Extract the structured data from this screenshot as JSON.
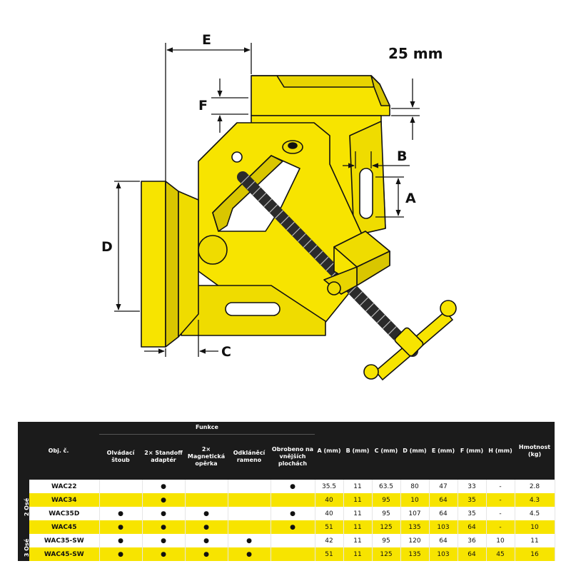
{
  "drawing": {
    "labels": {
      "E": "E",
      "F": "F",
      "B": "B",
      "A": "A",
      "D": "D",
      "C": "C",
      "mm": "25 mm"
    },
    "colors": {
      "body": "#f7e400",
      "outline": "#111111",
      "screw": "#2b2b2b"
    }
  },
  "table": {
    "obj_header": "Obj. č.",
    "funkce_header": "Funkce",
    "funkce_columns": [
      "Olvádací štoub",
      "2× Standoff adaptér",
      "2× Magnetická opěrka",
      "Odkláněcí rameno",
      "Obrobeno na vnějších plochách"
    ],
    "dim_columns": [
      "A (mm)",
      "B (mm)",
      "C (mm)",
      "D (mm)",
      "E (mm)",
      "F (mm)",
      "H (mm)",
      "Hmotnost (kg)"
    ],
    "groups": [
      {
        "label": "2 Osé",
        "rows": [
          0,
          1,
          2,
          3
        ]
      },
      {
        "label": "3 Osé",
        "rows": [
          4,
          5
        ]
      }
    ],
    "rows": [
      {
        "model": "WAC22",
        "features": [
          "",
          "●",
          "",
          "",
          "●"
        ],
        "dims": [
          "35.5",
          "11",
          "63.5",
          "80",
          "47",
          "33",
          "-",
          "2.8"
        ],
        "highlight": false
      },
      {
        "model": "WAC34",
        "features": [
          "",
          "●",
          "",
          "",
          ""
        ],
        "dims": [
          "40",
          "11",
          "95",
          "10",
          "64",
          "35",
          "-",
          "4.3"
        ],
        "highlight": true
      },
      {
        "model": "WAC35D",
        "features": [
          "●",
          "●",
          "●",
          "",
          "●"
        ],
        "dims": [
          "40",
          "11",
          "95",
          "107",
          "64",
          "35",
          "-",
          "4.5"
        ],
        "highlight": false
      },
      {
        "model": "WAC45",
        "features": [
          "●",
          "●",
          "●",
          "",
          "●"
        ],
        "dims": [
          "51",
          "11",
          "125",
          "135",
          "103",
          "64",
          "-",
          "10"
        ],
        "highlight": true
      },
      {
        "model": "WAC35-SW",
        "features": [
          "●",
          "●",
          "●",
          "●",
          ""
        ],
        "dims": [
          "42",
          "11",
          "95",
          "120",
          "64",
          "36",
          "10",
          "11"
        ],
        "highlight": false
      },
      {
        "model": "WAC45-SW",
        "features": [
          "●",
          "●",
          "●",
          "●",
          ""
        ],
        "dims": [
          "51",
          "11",
          "125",
          "135",
          "103",
          "64",
          "45",
          "16"
        ],
        "highlight": true
      }
    ],
    "colors": {
      "header": "#1b1b1b",
      "highlight": "#f7e400"
    }
  }
}
